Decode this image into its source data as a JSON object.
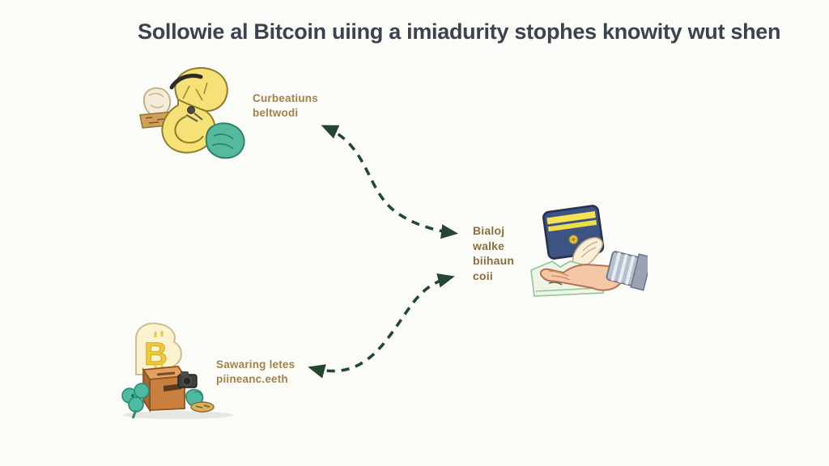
{
  "title": {
    "text": "Sollowie al Bitcoin uiing a imiadurity stophes knowity wut shen"
  },
  "labels": {
    "top_left": {
      "lines": [
        "Curbeatiuns",
        "beltwodi"
      ]
    },
    "middle": {
      "lines": [
        "Bialoj",
        "walke",
        "biihaun",
        "coii"
      ]
    },
    "bottom_left": {
      "lines": [
        "Sawaring letes",
        "piineanc.eeth"
      ]
    }
  },
  "icons": {
    "top_left": "coin-pile-money-pouch-icon",
    "bottom_left": "bitcoin-savings-box-icon",
    "right": "wallet-and-hand-icon",
    "bitcoin_symbol": "B"
  },
  "colors": {
    "background": "#fbfbf8",
    "title_text": "#3a4450",
    "label_text": "#a3824a",
    "middle_label_text": "#8a6f40",
    "arrow": "#234731",
    "coin_yellow": "#f6e176",
    "pouch_teal": "#55b99d",
    "wallet_navy": "#3d5384",
    "box_orange": "#c97f3e",
    "hand_flesh": "#f4c7a6"
  }
}
